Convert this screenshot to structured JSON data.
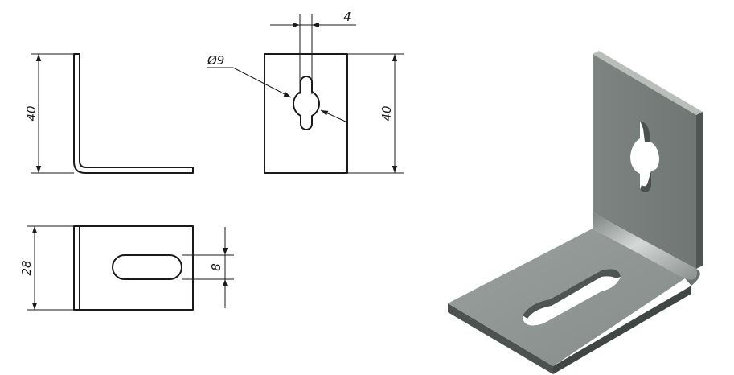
{
  "views": {
    "side": {
      "height_label": "40"
    },
    "front": {
      "slot_width_label": "4",
      "hole_label": "Ø9",
      "height_label": "40"
    },
    "top": {
      "width_label": "28",
      "slot_label": "8"
    }
  },
  "colors": {
    "line": "#1a1a1a",
    "metal_light": "#a9aeab",
    "metal_mid": "#8e9491",
    "metal_dark": "#5f6664",
    "background": "#ffffff"
  }
}
